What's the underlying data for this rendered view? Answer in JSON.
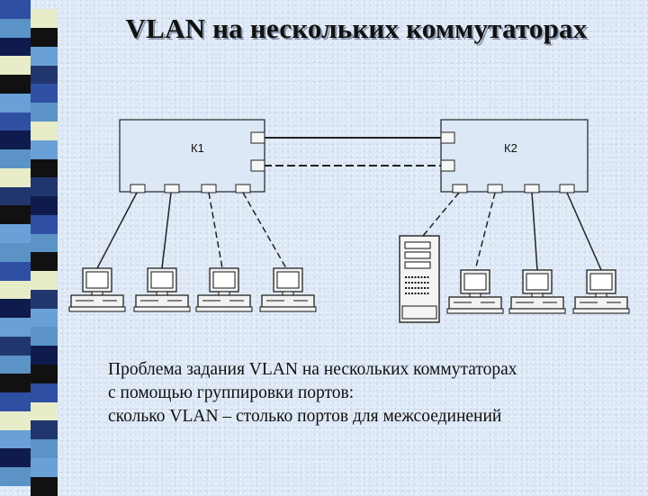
{
  "slide": {
    "title": "VLAN на нескольких коммутаторах",
    "caption_lines": [
      "Проблема задания VLAN на нескольких коммутаторах",
      "с помощью группировки портов:",
      "сколько VLAN – столько портов для межсоединений"
    ]
  },
  "diagram": {
    "switches": [
      {
        "id": "switch-k1",
        "label": "К1"
      },
      {
        "id": "switch-k2",
        "label": "К2"
      }
    ],
    "hosts": [
      {
        "id": "pc-1",
        "type": "workstation",
        "link": "solid"
      },
      {
        "id": "pc-2",
        "type": "workstation",
        "link": "solid"
      },
      {
        "id": "pc-3",
        "type": "workstation",
        "link": "dashed"
      },
      {
        "id": "pc-4",
        "type": "workstation",
        "link": "dashed"
      },
      {
        "id": "server-1",
        "type": "server",
        "link": "dashed"
      },
      {
        "id": "pc-5",
        "type": "workstation",
        "link": "dashed"
      },
      {
        "id": "pc-6",
        "type": "workstation",
        "link": "solid"
      },
      {
        "id": "pc-7",
        "type": "workstation",
        "link": "solid"
      }
    ],
    "interconnects": [
      {
        "name": "trunk-link-solid",
        "style": "solid"
      },
      {
        "name": "trunk-link-dashed",
        "style": "dashed"
      }
    ]
  },
  "colors": {
    "background": "#dde8f6",
    "text": "#111111",
    "strip": [
      "#2f4fa3",
      "#5b93c7",
      "#0f1b4c",
      "#e8ecc8",
      "#111111",
      "#6aa0d8",
      "#22366e"
    ]
  }
}
